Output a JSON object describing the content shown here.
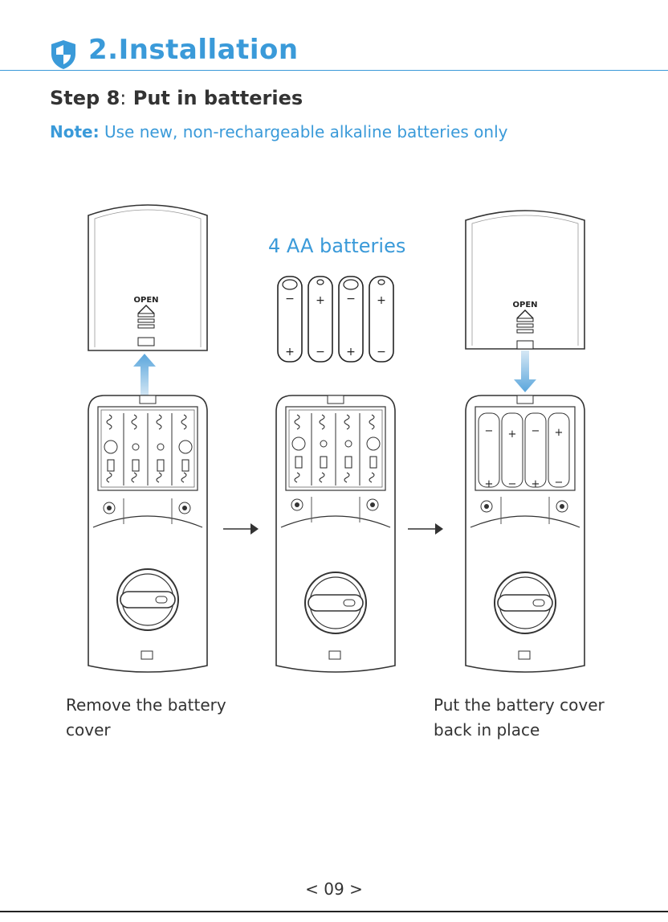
{
  "header": {
    "title": "2.Installation",
    "icon": "shield-icon",
    "accent_color": "#3a9ad9"
  },
  "step": {
    "label": "Step 8",
    "separator": ":",
    "title": "Put in batteries"
  },
  "note": {
    "label": "Note:",
    "text": "Use new, non-rechargeable alkaline batteries only"
  },
  "batteries": {
    "label": "4 AA batteries",
    "top_markings": [
      "−",
      "+",
      "−",
      "+"
    ],
    "bottom_markings": [
      "+",
      "−",
      "+",
      "−"
    ]
  },
  "cover_label": "OPEN",
  "installed_polarity": {
    "top": [
      "−",
      "+",
      "−",
      "+"
    ],
    "bottom": [
      "+",
      "−",
      "+",
      "−"
    ]
  },
  "captions": {
    "left": "Remove the battery\n cover",
    "right": "Put the battery cover\nback in place"
  },
  "page_number": "< 09 >"
}
